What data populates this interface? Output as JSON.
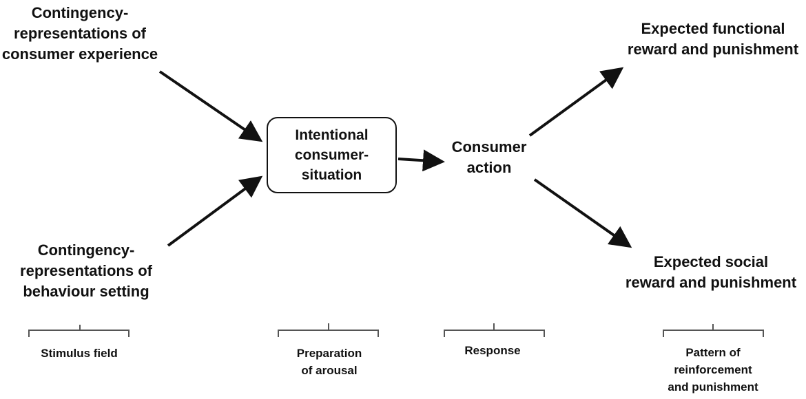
{
  "nodes": {
    "consumer_experience": "Contingency-\nrepresentations of\nconsumer experience",
    "behaviour_setting": "Contingency-\nrepresentations of\nbehaviour setting",
    "intentional_situation": "Intentional\nconsumer-\nsituation",
    "consumer_action": "Consumer\naction",
    "functional_reward": "Expected functional\nreward and punishment",
    "social_reward": "Expected social\nreward and punishment"
  },
  "stages": {
    "stimulus": "Stimulus field",
    "preparation": "Preparation\nof arousal",
    "response": "Response",
    "pattern": "Pattern of\nreinforcement\nand punishment"
  },
  "colors": {
    "ink": "#111111",
    "background": "#ffffff"
  }
}
